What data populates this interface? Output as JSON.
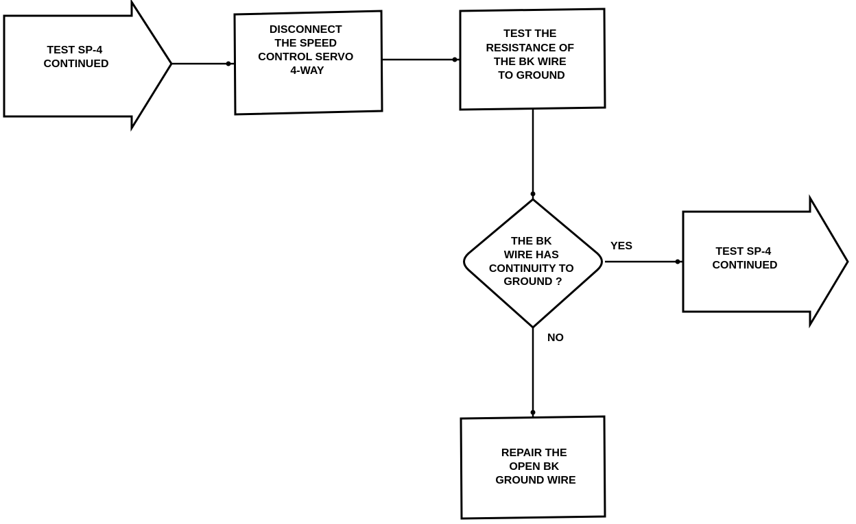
{
  "nodes": {
    "start": {
      "lines": [
        "TEST SP-4",
        "CONTINUED"
      ]
    },
    "disconnect": {
      "lines": [
        "DISCONNECT",
        "THE SPEED",
        "CONTROL SERVO",
        "4-WAY"
      ]
    },
    "test_resistance": {
      "lines": [
        "TEST THE",
        "RESISTANCE OF",
        "THE BK WIRE",
        "TO GROUND"
      ]
    },
    "decision": {
      "lines": [
        "THE BK",
        "WIRE HAS",
        "CONTINUITY TO",
        "GROUND ?"
      ]
    },
    "end_continue": {
      "lines": [
        "TEST SP-4",
        "CONTINUED"
      ]
    },
    "repair": {
      "lines": [
        "REPAIR THE",
        "OPEN BK",
        "GROUND WIRE"
      ]
    }
  },
  "edges": {
    "yes_label": "YES",
    "no_label": "NO"
  }
}
